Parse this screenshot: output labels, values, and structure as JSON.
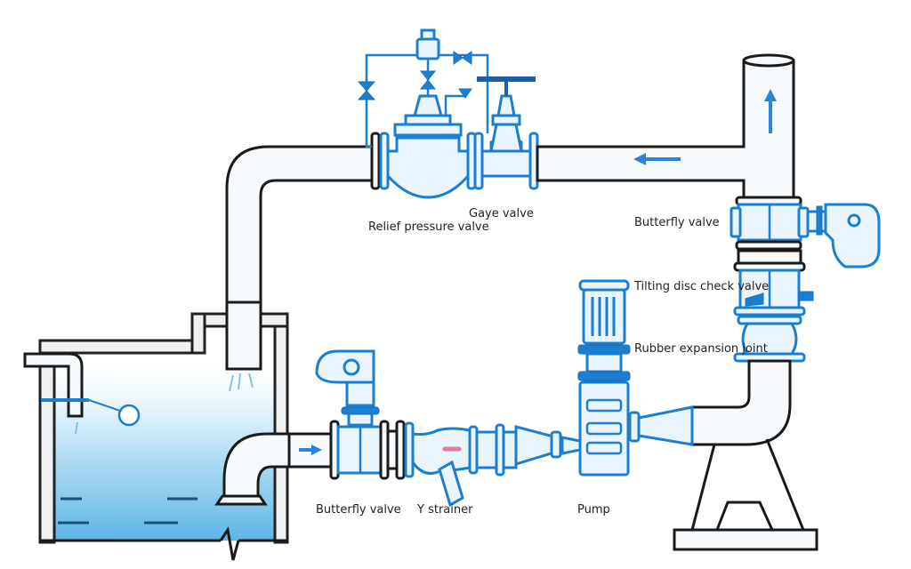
{
  "title": "Pump station pipeline diagram",
  "labels": {
    "relief_pressure_valve": "Relief pressure valve",
    "gaye_valve": "Gaye valve",
    "butterfly_valve_outlet": "Butterfly valve",
    "tilting_disc_check_valve": "Tilting disc check valve",
    "rubber_expansion_joint": "Rubber expansion joint",
    "butterfly_valve_inlet": "Butterfly valve",
    "y_strainer": "Y strainer",
    "pump": "Pump"
  },
  "flow_directions": {
    "inlet_pipe": "right",
    "top_pipe": "left",
    "riser": "up"
  },
  "colors": {
    "equipment": "#1a7fd0",
    "pipe_outline": "#1a1a1a",
    "water": "#5db6e6",
    "flow_arrow": "#2a85d8",
    "strainer_flow_marker": "#e77a9a"
  }
}
